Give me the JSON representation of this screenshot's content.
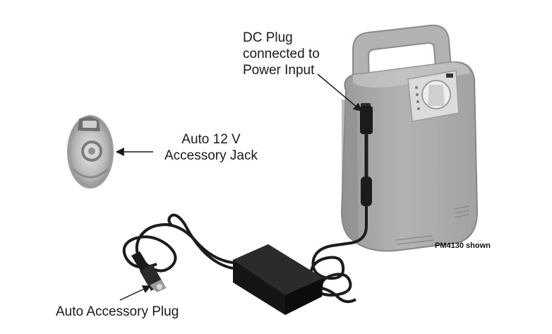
{
  "labels": {
    "dc_plug": {
      "line1": "DC Plug",
      "line2": "connected to",
      "line3": "Power Input"
    },
    "accessory_jack": {
      "line1": "Auto 12 V",
      "line2": "Accessory Jack"
    },
    "accessory_plug": "Auto Accessory Plug",
    "model_caption": "PM4130 shown"
  },
  "colors": {
    "device_body": "#a9a9a9",
    "device_shade": "#8e8e8e",
    "device_light": "#c4c4c4",
    "cable": "#1c1c1c",
    "adapter": "#151515",
    "text": "#1a1a1a"
  }
}
